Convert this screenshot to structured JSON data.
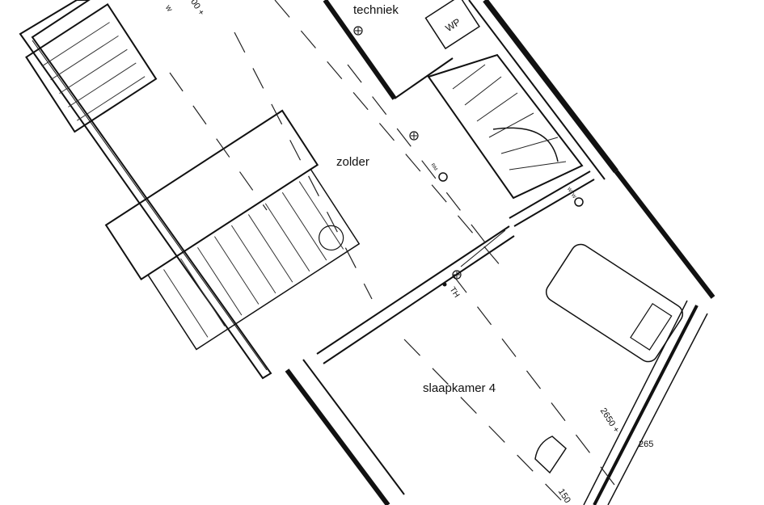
{
  "rooms": {
    "techniek": "techniek",
    "zolder": "zolder",
    "slaapkamer": "slaapkamer 4"
  },
  "symbols": {
    "heat_pump": "WP",
    "smoke_detector": "RM",
    "thermostat": "TH",
    "ventilation": "WTW",
    "window_tag": "w"
  },
  "dimensions": {
    "top_left": "00 +",
    "right_1": "2650 +",
    "right_2": "265",
    "bottom": "150"
  },
  "colors": {
    "line": "#111111",
    "background": "#ffffff"
  }
}
